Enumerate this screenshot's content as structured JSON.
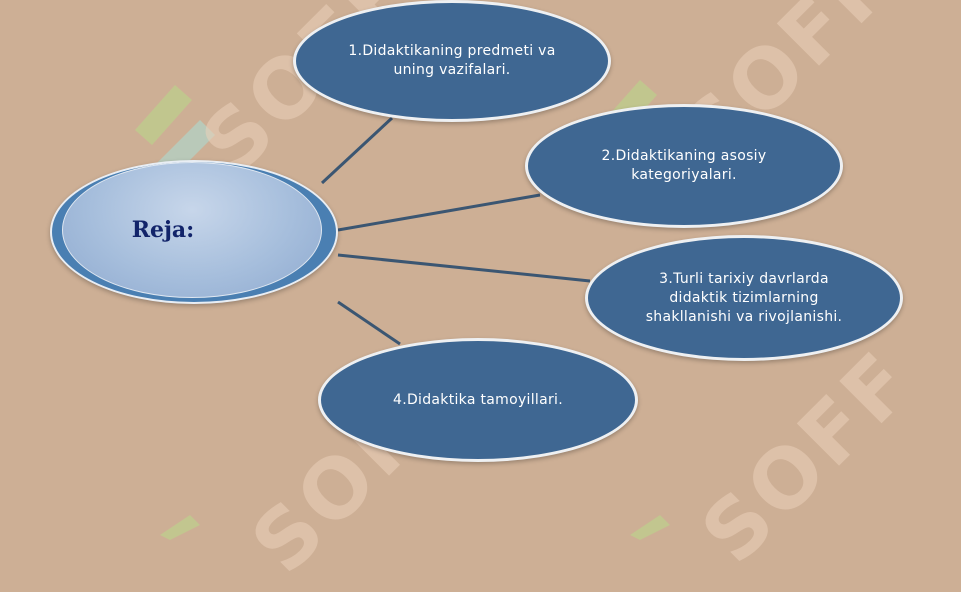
{
  "diagram": {
    "center_label": "Reja:",
    "nodes": [
      {
        "label": "1.Didaktikaning predmeti va uning vazifalari."
      },
      {
        "label": "2.Didaktikaning asosiy kategoriyalari."
      },
      {
        "label": "3.Turli tarixiy davrlarda didaktik tizimlarning shakllanishi va rivojlanishi."
      },
      {
        "label": "4.Didaktika tamoyillari."
      }
    ],
    "colors": {
      "background": "#cdaf95",
      "node_fill": "#3f6792",
      "node_border": "#eef0f2",
      "center_fill": "#a6bedc",
      "center_text": "#12246a",
      "connector": "#3b5672"
    }
  },
  "watermark": {
    "text": "SOFF"
  }
}
